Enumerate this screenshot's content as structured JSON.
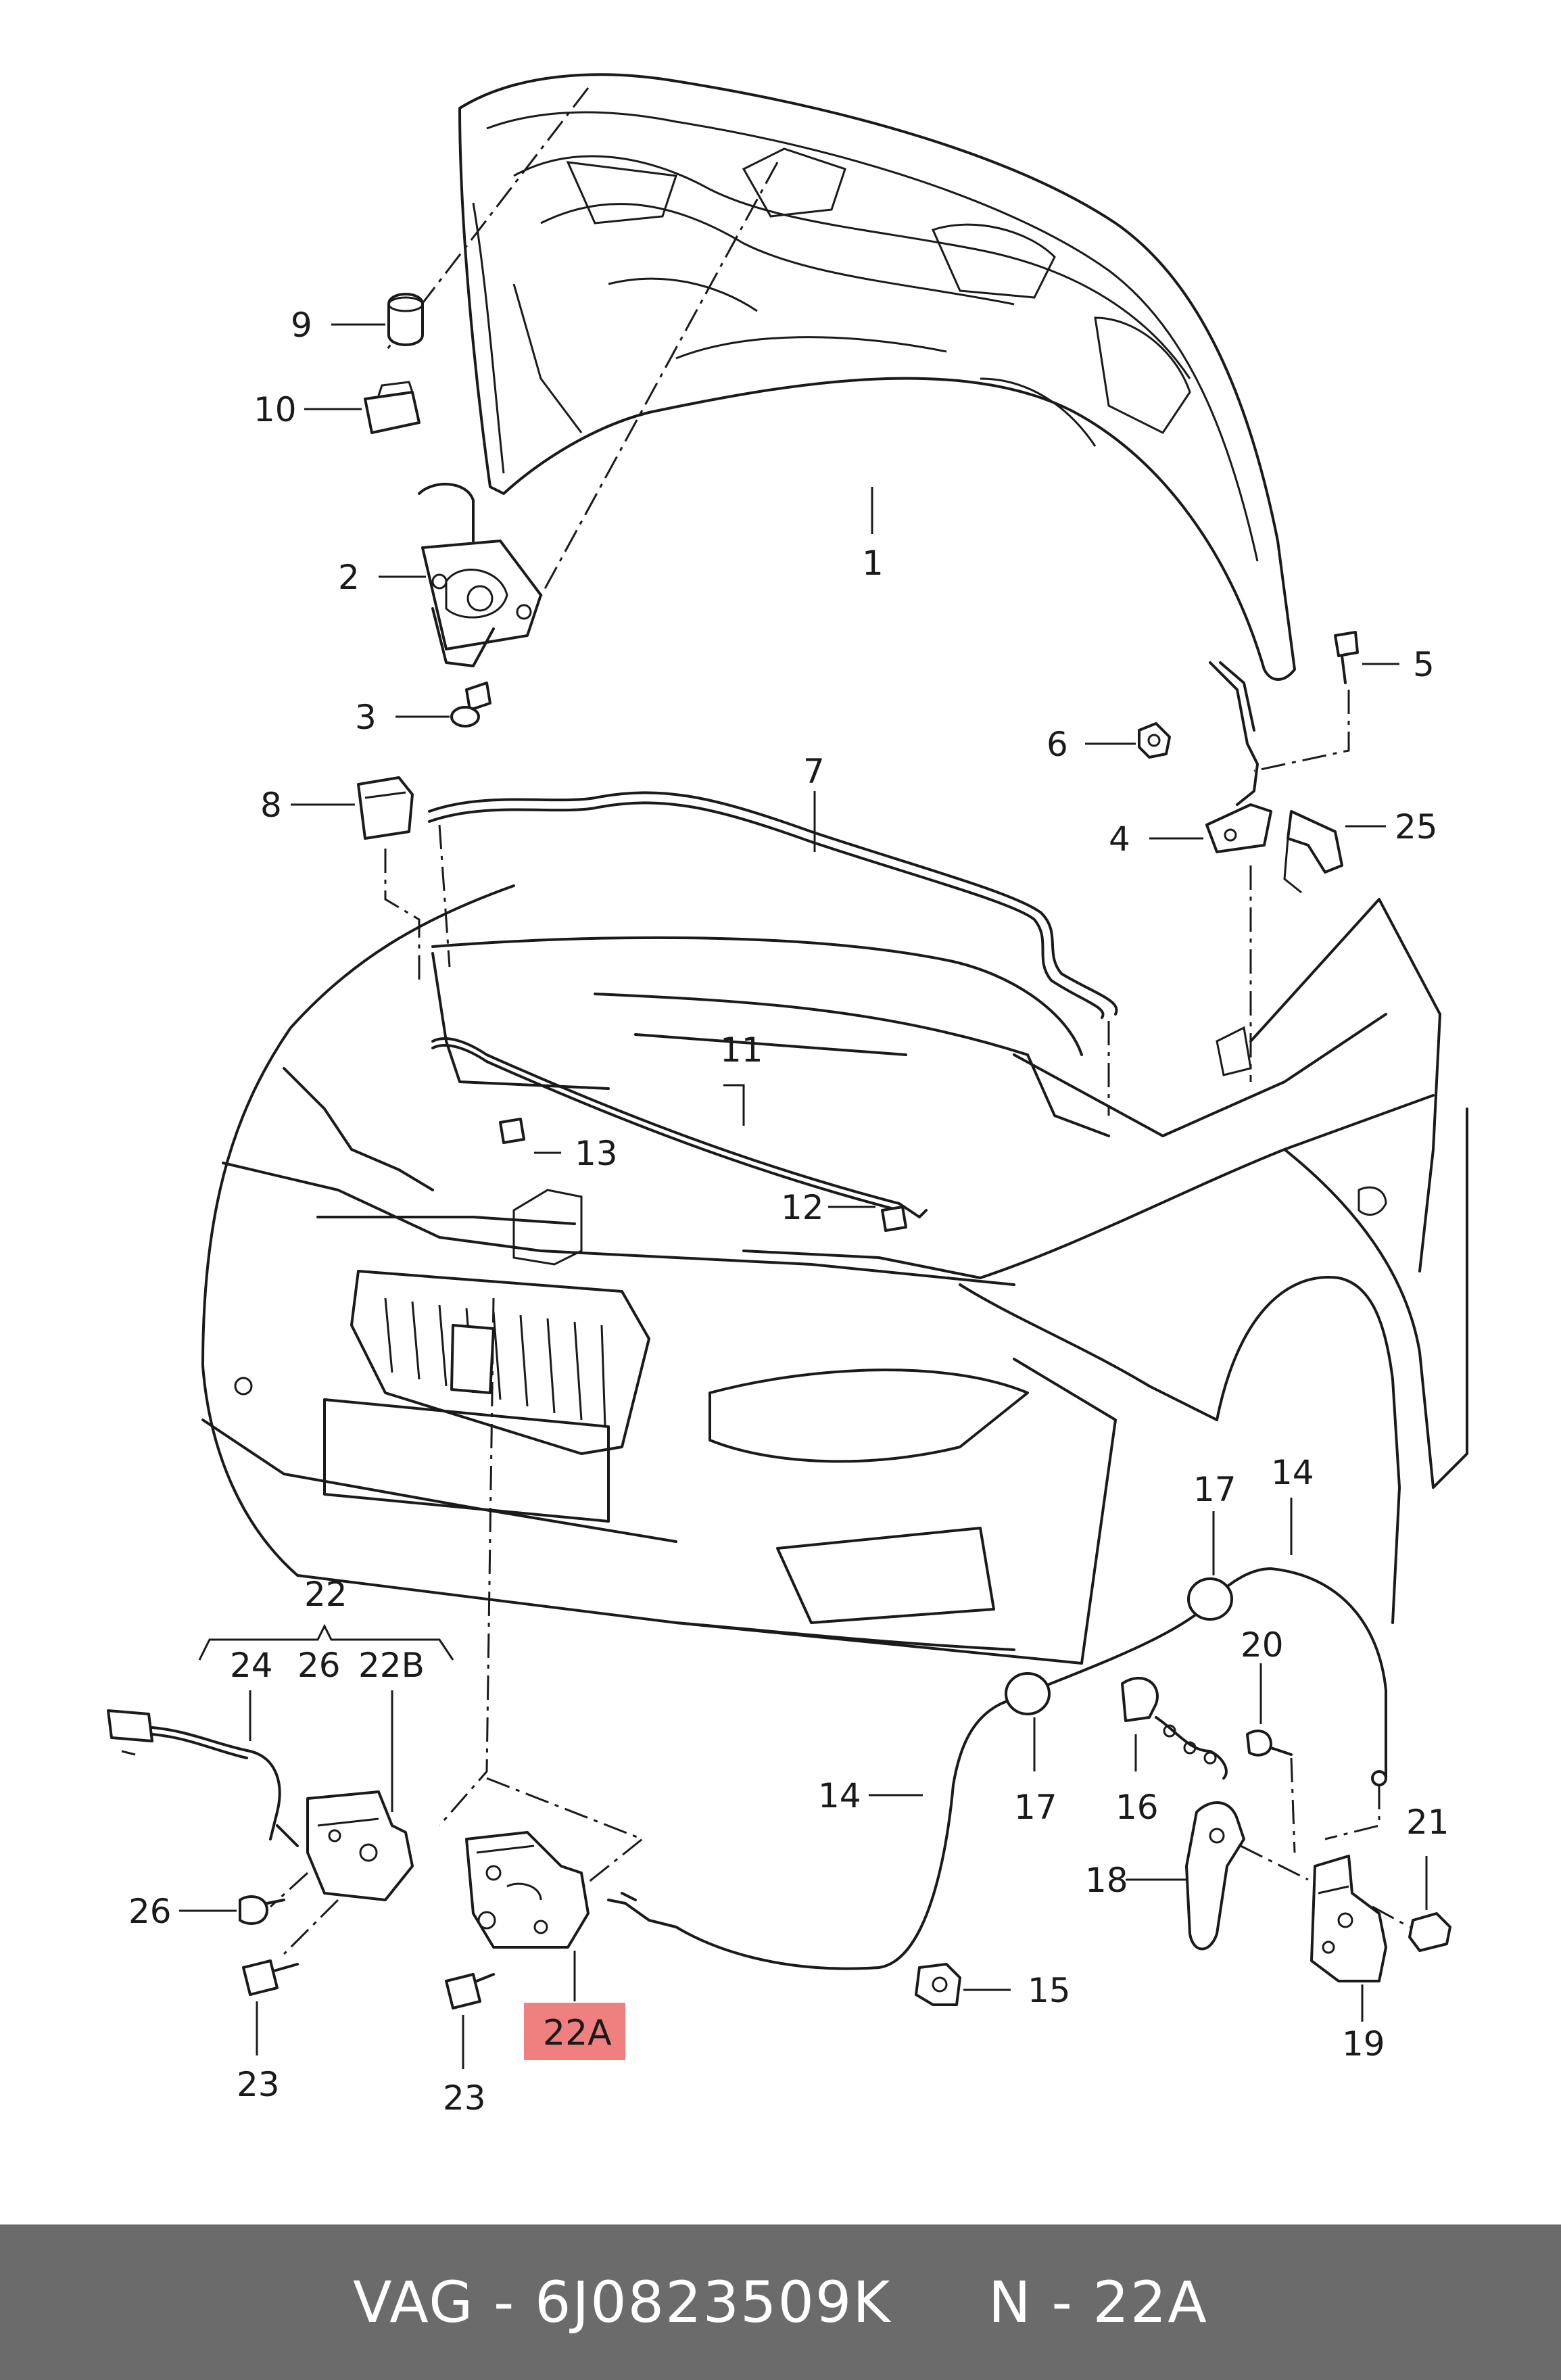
{
  "callouts": {
    "c1": "1",
    "c2": "2",
    "c3": "3",
    "c4": "4",
    "c5": "5",
    "c6": "6",
    "c7": "7",
    "c8": "8",
    "c9": "9",
    "c10": "10",
    "c11": "11",
    "c12": "12",
    "c13": "13",
    "c14a": "14",
    "c14b": "14",
    "c15": "15",
    "c16": "16",
    "c17a": "17",
    "c17b": "17",
    "c18": "18",
    "c19": "19",
    "c20": "20",
    "c21": "21",
    "c22": "22",
    "c22a": "22A",
    "c22b": "22B",
    "c23a": "23",
    "c23b": "23",
    "c24": "24",
    "c25": "25",
    "c26a": "26",
    "c26b": "26"
  },
  "highlight": {
    "part": "22A",
    "color": "#f08080"
  },
  "footer": {
    "text": "VAG - 6J0823509K     N - 22A",
    "background": "#6b6b6b"
  }
}
